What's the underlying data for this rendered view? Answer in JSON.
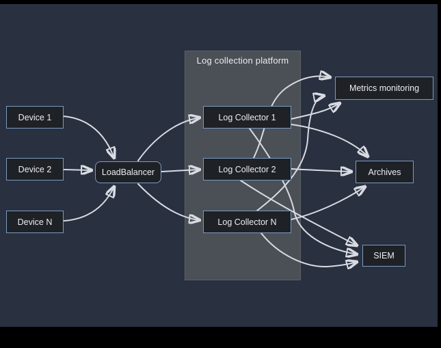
{
  "colors": {
    "canvas_bg": "#293040",
    "container_fill": "#4b4f56",
    "container_border": "#5d6167",
    "box_fill": "#1e2126",
    "box_border": "#7d9cc0",
    "arrow": "#d8dbe2",
    "text": "#eceef0"
  },
  "diagram": {
    "platform_title": "Log collection platform",
    "nodes": [
      {
        "id": "device1",
        "label": "Device 1"
      },
      {
        "id": "device2",
        "label": "Device 2"
      },
      {
        "id": "deviceN",
        "label": "Device N"
      },
      {
        "id": "loadbalancer",
        "label": "LoadBalancer"
      },
      {
        "id": "collector1",
        "label": "Log Collector 1"
      },
      {
        "id": "collector2",
        "label": "Log Collector 2"
      },
      {
        "id": "collectorN",
        "label": "Log Collector N"
      },
      {
        "id": "metrics",
        "label": "Metrics monitoring"
      },
      {
        "id": "archives",
        "label": "Archives"
      },
      {
        "id": "siem",
        "label": "SIEM"
      }
    ],
    "edges": [
      {
        "from": "Device 1",
        "to": "LoadBalancer"
      },
      {
        "from": "Device 2",
        "to": "LoadBalancer"
      },
      {
        "from": "Device N",
        "to": "LoadBalancer"
      },
      {
        "from": "LoadBalancer",
        "to": "Log Collector 1"
      },
      {
        "from": "LoadBalancer",
        "to": "Log Collector 2"
      },
      {
        "from": "LoadBalancer",
        "to": "Log Collector N"
      },
      {
        "from": "Log Collector 1",
        "to": "Metrics monitoring"
      },
      {
        "from": "Log Collector 2",
        "to": "Metrics monitoring"
      },
      {
        "from": "Log Collector N",
        "to": "Metrics monitoring"
      },
      {
        "from": "Log Collector 1",
        "to": "Archives"
      },
      {
        "from": "Log Collector 2",
        "to": "Archives"
      },
      {
        "from": "Log Collector N",
        "to": "Archives"
      },
      {
        "from": "Log Collector 1",
        "to": "SIEM"
      },
      {
        "from": "Log Collector 2",
        "to": "SIEM"
      },
      {
        "from": "Log Collector N",
        "to": "SIEM"
      }
    ]
  }
}
